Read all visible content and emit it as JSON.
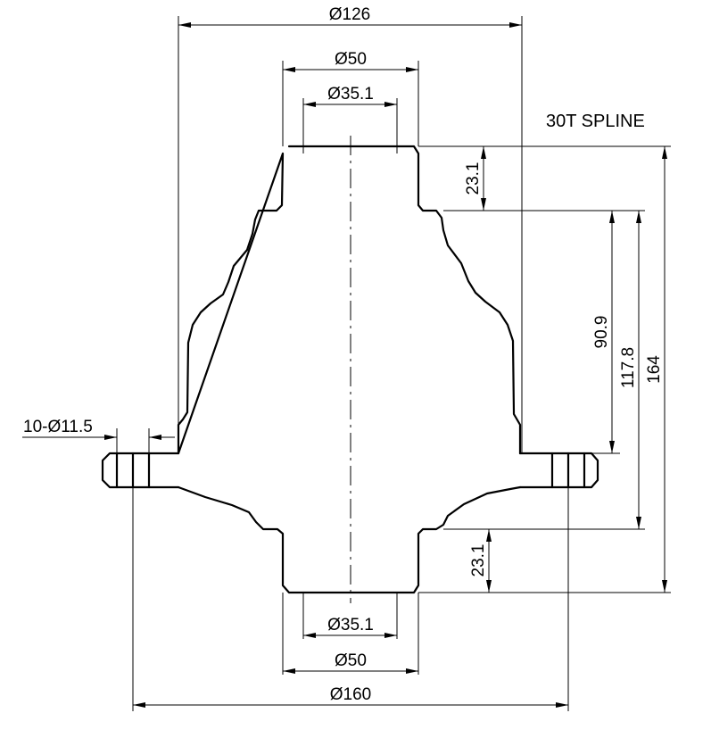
{
  "note": "30T SPLINE",
  "dimensions": {
    "dia_126": "Ø126",
    "dia_50_top": "Ø50",
    "dia_35_top": "Ø35.1",
    "dia_35_bottom": "Ø35.1",
    "dia_50_bottom": "Ø50",
    "dia_160": "Ø160",
    "holes": "10-Ø11.5",
    "h_23_top": "23.1",
    "h_23_bottom": "23.1",
    "h_90_9": "90.9",
    "h_117_8": "117.8",
    "h_164": "164"
  }
}
